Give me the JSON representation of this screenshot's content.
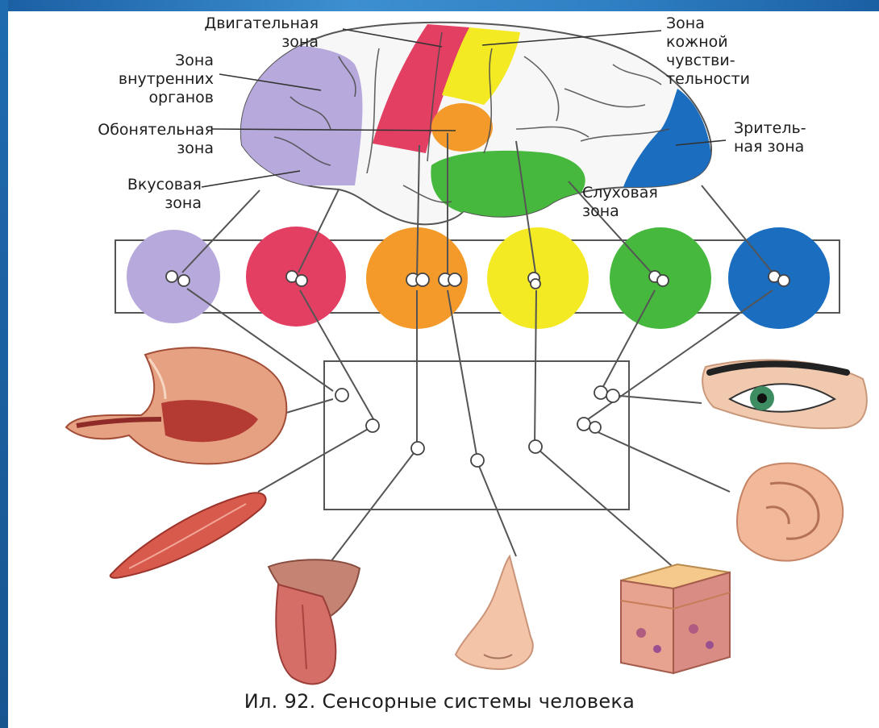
{
  "labels": {
    "motor_zone": "Двигательная\nзона",
    "skin_zone": "Зона\nкожной\nчувстви-\nтельности",
    "internal_organs_zone": "Зона\nвнутренних\nорганов",
    "olfactory_zone": "Обонятельная\nзона",
    "visual_zone": "Зритель-\nная зона",
    "taste_zone": "Вкусовая\nзона",
    "auditory_zone": "Слуховая\nзона"
  },
  "caption": "Ил. 92. Сенсорные системы человека",
  "colors": {
    "internal_organs": "#b7a9dc",
    "motor": "#e23f62",
    "olfactory": "#f39a2a",
    "skin": "#f3ea24",
    "auditory": "#46b83e",
    "visual": "#1a6dbf",
    "frame_band": "#2a78bf"
  },
  "icons": [
    "brain-icon",
    "stomach-icon",
    "muscle-icon",
    "tongue-icon",
    "nose-icon",
    "skin-icon",
    "ear-icon",
    "eye-icon"
  ]
}
